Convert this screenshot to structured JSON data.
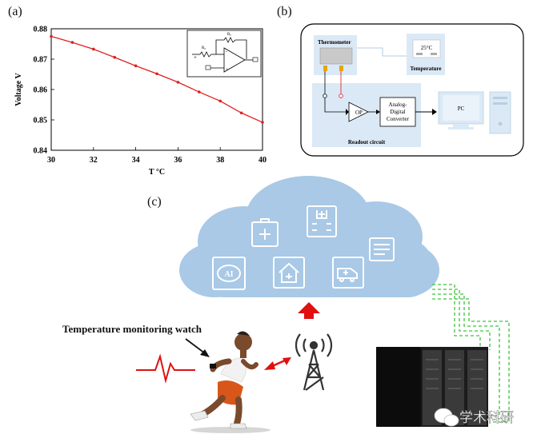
{
  "panels": {
    "a_label": "(a)",
    "b_label": "(b)",
    "c_label": "(c)"
  },
  "chart_data": {
    "type": "line",
    "xlabel": "T °C",
    "ylabel": "Voltage V",
    "xlim": [
      30,
      40
    ],
    "ylim": [
      0.84,
      0.88
    ],
    "xticks": [
      "30",
      "32",
      "34",
      "36",
      "38",
      "40"
    ],
    "yticks": [
      "0.84",
      "0.85",
      "0.86",
      "0.87",
      "0.88"
    ],
    "x": [
      30,
      31,
      32,
      33,
      34,
      35,
      36,
      37,
      38,
      39,
      40
    ],
    "series": [
      {
        "values": [
          0.8775,
          0.8755,
          0.8733,
          0.8706,
          0.8678,
          0.8652,
          0.8624,
          0.8592,
          0.8562,
          0.8523,
          0.8492
        ]
      }
    ],
    "color": "#e02020",
    "inset_labels": {
      "r0": "R₀",
      "rf": "Rₓ"
    }
  },
  "diagram_b": {
    "thermometer": "Thermometer",
    "display_value": "25°C",
    "temperature": "Temperature",
    "op": "OP",
    "adc": [
      "Analog-",
      "Digital",
      "Converter"
    ],
    "readout": "Readout circuit",
    "pc": "PC"
  },
  "diagram_c": {
    "watch_label": "Temperature monitoring watch",
    "ai": "AI",
    "watermark": "学术科研",
    "colors": {
      "cloud": "#a9c9e6",
      "arrow_red": "#e01010",
      "cable_green": "#3cc43c"
    }
  }
}
